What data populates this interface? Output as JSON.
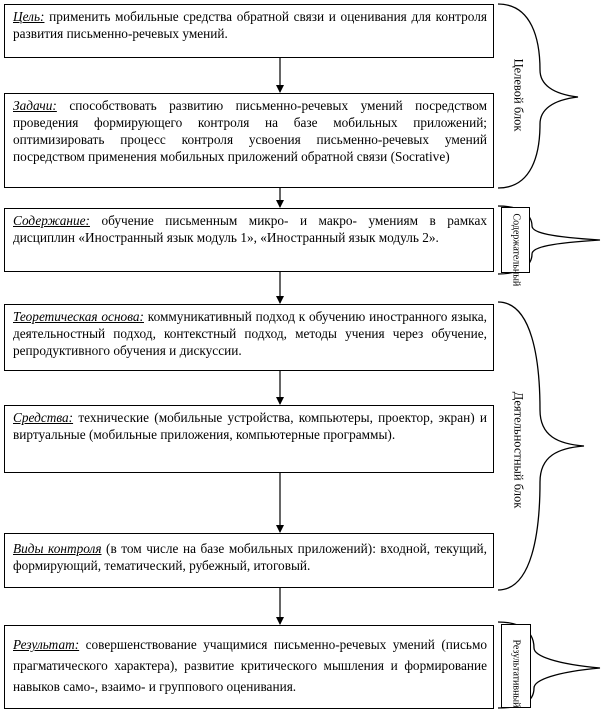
{
  "boxes": [
    {
      "label": "Цель:",
      "text": "применить мобильные средства обратной связи и оценивания для контроля развития письменно-речевых умений."
    },
    {
      "label": "Задачи:",
      "text": "способствовать развитию письменно-речевых умений посредством проведения формирующего контроля на базе мобильных приложений; оптимизировать процесс контроля усвоения письменно-речевых умений посредством применения мобильных приложений обратной связи (Socrative)"
    },
    {
      "label": "Содержание:",
      "text": "обучение письменным микро- и макро- умениям в рамках дисциплин «Иностранный язык модуль 1», «Иностранный язык модуль 2»."
    },
    {
      "label": "Теоретическая основа:",
      "text": "коммуникативный подход к обучению иностранного языка, деятельностный подход, контекстный подход, методы учения через обучение, репродуктивного обучения и дискуссии."
    },
    {
      "label": "Средства:",
      "text": "технические (мобильные устройства, компьютеры, проектор, экран) и виртуальные (мобильные приложения, компьютерные программы)."
    },
    {
      "label": "Виды контроля",
      "text": "(в том числе на базе мобильных приложений): входной, текущий, формирующий, тематический, рубежный, итоговый."
    },
    {
      "label": "Результат:",
      "text": "совершенствование учащимися письменно-речевых умений (письмо прагматического характера), развитие критического мышления и формирование навыков само-, взаимо- и группового оценивания."
    }
  ],
  "blocks": {
    "target": "Целевой блок",
    "content": "Содержательный",
    "activity": "Деятельностный блок",
    "result": "Результативный"
  },
  "colors": {
    "line": "#000000",
    "background": "#ffffff"
  }
}
